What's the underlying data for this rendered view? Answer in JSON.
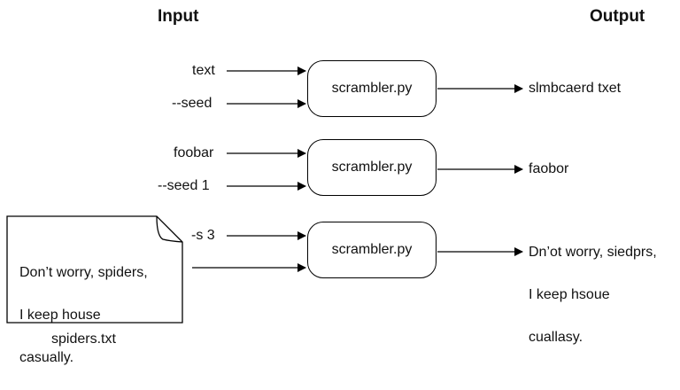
{
  "headers": {
    "input": "Input",
    "output": "Output"
  },
  "rows": [
    {
      "inputs": [
        "text",
        "--seed"
      ],
      "process": "scrambler.py",
      "output": "slmbcaerd txet"
    },
    {
      "inputs": [
        "foobar",
        "--seed 1"
      ],
      "process": "scrambler.py",
      "output": "faobor"
    },
    {
      "inputs": [
        "-s 3",
        ""
      ],
      "process": "scrambler.py",
      "output_lines": [
        "Dn’ot worry, siedprs,",
        "I keep hsoue",
        "cuallasy."
      ]
    }
  ],
  "file": {
    "content_lines": [
      "Don’t worry, spiders,",
      "I keep house",
      "casually."
    ],
    "name": "spiders.txt"
  }
}
